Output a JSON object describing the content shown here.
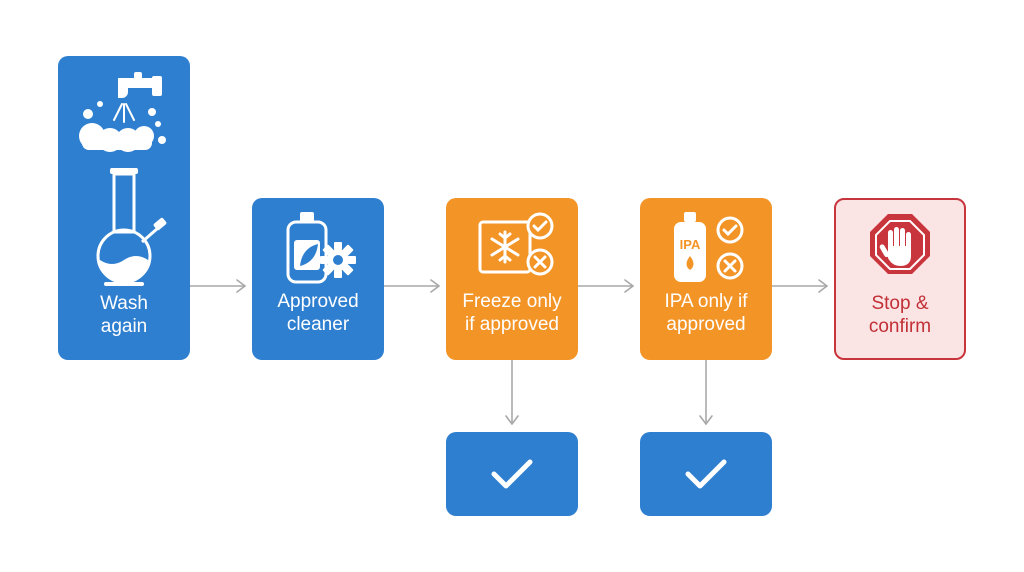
{
  "steps": [
    {
      "id": "wash",
      "label_line1": "Wash",
      "label_line2": "again",
      "icons": [
        "faucet-icon",
        "soap-bubbles-icon",
        "bong-icon"
      ]
    },
    {
      "id": "cleaner",
      "label_line1": "Approved",
      "label_line2": "cleaner",
      "icons": [
        "cleaner-bottle-icon",
        "leaf-icon",
        "gear-icon"
      ]
    },
    {
      "id": "freeze",
      "label_line1": "Freeze only",
      "label_line2": "if approved",
      "icons": [
        "snowflake-icon",
        "check-circle-icon",
        "x-circle-icon"
      ]
    },
    {
      "id": "ipa",
      "label_line1": "IPA only if",
      "label_line2": "approved",
      "bottle_text": "IPA",
      "icons": [
        "ipa-bottle-icon",
        "check-circle-icon",
        "x-circle-icon"
      ]
    },
    {
      "id": "stop",
      "label_line1": "Stop &",
      "label_line2": "confirm",
      "icons": [
        "stop-hand-icon"
      ]
    }
  ],
  "outcomes": [
    {
      "id": "freeze-approved",
      "icon": "checkmark-icon"
    },
    {
      "id": "ipa-approved",
      "icon": "checkmark-icon"
    }
  ],
  "colors": {
    "blue": "#2f7fd0",
    "orange": "#f39427",
    "stop_red": "#c9353c",
    "stop_fill": "#fbe4e4",
    "connector": "#a8a8a8"
  }
}
